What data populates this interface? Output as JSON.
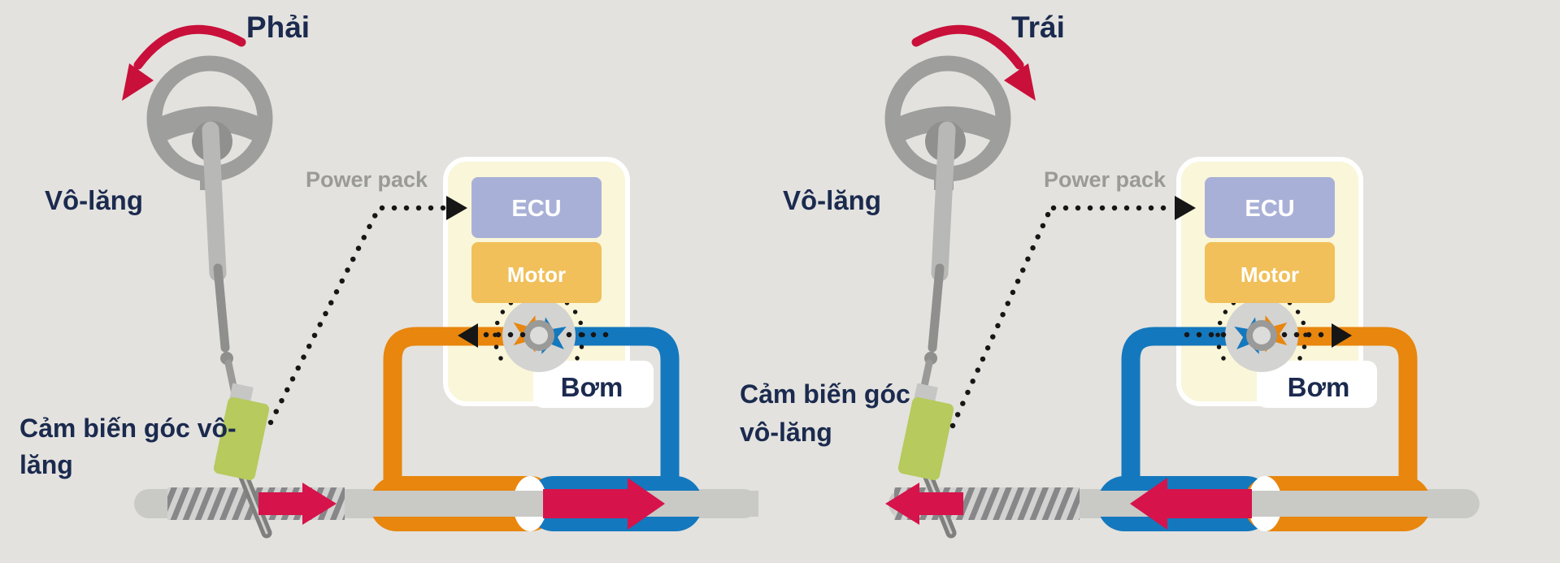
{
  "diagram": {
    "description_visible_text_only": true,
    "left_panel": {
      "turn_label": "Phải",
      "wheel_label": "Vô-lăng",
      "sensor_label_line1": "Cảm biến góc vô-",
      "sensor_label_line2": "lăng",
      "power_pack_label": "Power pack",
      "ecu_label": "ECU",
      "motor_label": "Motor",
      "pump_label": "Bơm"
    },
    "right_panel": {
      "turn_label": "Trái",
      "wheel_label": "Vô-lăng",
      "sensor_label_line1": "Cảm biến góc",
      "sensor_label_line2": "vô-lăng",
      "power_pack_label": "Power pack",
      "ecu_label": "ECU",
      "motor_label": "Motor",
      "pump_label": "Bơm"
    }
  },
  "colors": {
    "background": "#e3e2de",
    "orange_pipe": "#e8860d",
    "blue_pipe": "#1478be",
    "red_arrow": "#d6134b",
    "turn_arc_red": "#c9103a",
    "sensor_green": "#b6ca5d",
    "ecu_box": "#a9b0d7",
    "motor_box": "#f1c05a",
    "power_pack_cream": "#faf6d9",
    "label_navy": "#1b2a4e",
    "label_gray": "#9a9a96",
    "wheel_gray": "#9e9e9c",
    "rack_gray": "#c9c9c6",
    "pump_gray": "#d3d3d1"
  }
}
